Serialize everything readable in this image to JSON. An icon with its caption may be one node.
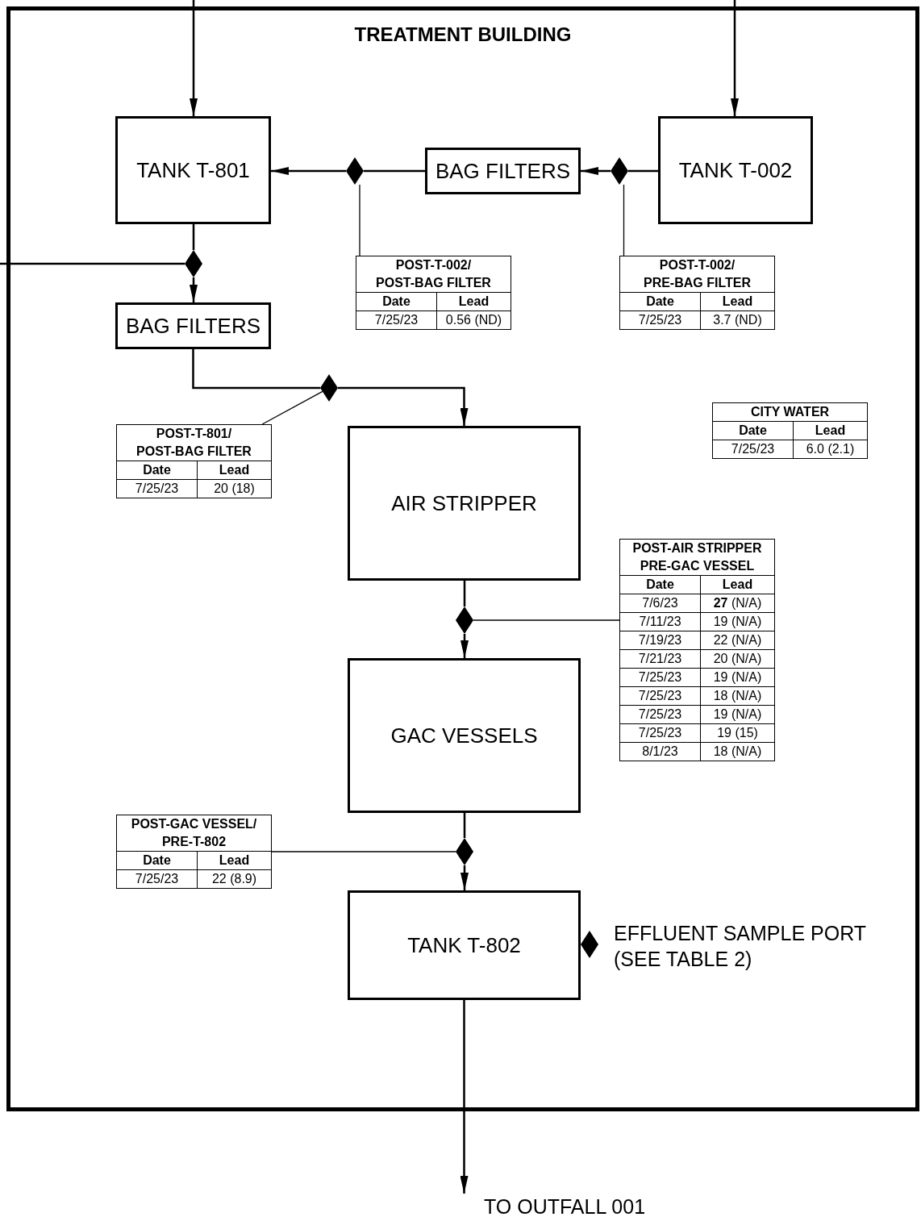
{
  "diagram": {
    "nodes": [
      {
        "text": [
          "TREATMENT BUILDING"
        ]
      },
      {
        "text": [
          "TANK T-801"
        ],
        "in": 0
      },
      {
        "text": [],
        "shape": "diamond",
        "in": 0
      },
      {
        "text": [
          "BAG FILTERS"
        ],
        "in": 0
      },
      {
        "text": [],
        "shape": "diamond",
        "in": 0
      },
      {
        "text": [
          "TANK T-002"
        ],
        "in": 0
      },
      {
        "text": [],
        "shape": "diamond",
        "in": 0
      },
      {
        "text": [
          "POST-T-002/ POST-BAG FILTER",
          "Date",
          "Lead",
          "7/25/23",
          "0.56 (ND)"
        ],
        "in": 0
      },
      {
        "text": [
          "POST-T-002/ PRE-BAG FILTER",
          "Date",
          "Lead",
          "7/25/23",
          "3.7 (ND)"
        ],
        "in": 0
      },
      {
        "text": [
          "BAG FILTERS"
        ],
        "in": 0
      },
      {
        "text": [],
        "shape": "diamond",
        "in": 0
      },
      {
        "text": [
          "CITY WATER",
          "Date",
          "Lead",
          "7/25/23",
          "6.0 (2.1)"
        ],
        "in": 0
      },
      {
        "text": [
          "POST-T-801/ POST-BAG FILTER",
          "Date",
          "Lead",
          "7/25/23",
          "20 (18)"
        ],
        "in": 0
      },
      {
        "text": [
          "AIR STRIPPER"
        ],
        "in": 0
      },
      {
        "text": [
          "POST-AIR STRIPPER PRE-GAC VESSEL",
          "Date",
          "Lead",
          "7/6/23",
          "**27** (N/A)",
          "7/11/23",
          "19 (N/A)",
          "7/19/23",
          "22 (N/A)",
          "7/21/23",
          "20 (N/A)",
          "7/25/23",
          "19 (N/A)",
          "7/25/23",
          "18 (N/A)",
          "7/25/23",
          "19 (N/A)",
          "7/25/23",
          "19 (15)",
          "8/1/23",
          "18 (N/A)"
        ],
        "in": 0
      },
      {
        "text": [],
        "shape": "diamond",
        "in": 0
      },
      {
        "text": [
          "GAC VESSELS"
        ],
        "in": 0
      },
      {
        "text": [
          "POST-GAC VESSEL/ PRE-T-802",
          "Date",
          "Lead",
          "7/25/23",
          "22 (8.9)"
        ],
        "in": 0
      },
      {
        "text": [],
        "shape": "diamond",
        "in": 0
      },
      {
        "text": [
          "TANK T-802"
        ],
        "in": 0
      },
      {
        "text": [],
        "shape": "diamond",
        "in": 0,
        "beside": [
          "EFFLUENT SAMPLE PORT (SEE TABLE 2)"
        ]
      },
      {
        "text": [
          "TO OUTFALL 001"
        ]
      }
    ],
    "edges": [
      {
        "from": null,
        "to": 1,
        "arrow": "to"
      },
      {
        "from": null,
        "to": 5,
        "arrow": "to"
      },
      {
        "from": 5,
        "to": 4,
        "arrow": "none"
      },
      {
        "from": 4,
        "to": 3,
        "arrow": "to"
      },
      {
        "from": 3,
        "to": 2,
        "arrow": "none"
      },
      {
        "from": 2,
        "to": 1,
        "arrow": "to"
      },
      {
        "from": 1,
        "to": 6,
        "arrow": "none"
      },
      {
        "from": 6,
        "to": 9,
        "arrow": "to"
      },
      {
        "from": null,
        "to": 6,
        "arrow": "none"
      },
      {
        "from": 9,
        "to": 10,
        "arrow": "none"
      },
      {
        "from": 10,
        "to": 13,
        "arrow": "to"
      },
      {
        "from": 13,
        "to": 15,
        "arrow": "none"
      },
      {
        "from": 15,
        "to": 16,
        "arrow": "to"
      },
      {
        "from": 16,
        "to": 18,
        "arrow": "none"
      },
      {
        "from": 18,
        "to": 19,
        "arrow": "to"
      },
      {
        "from": 19,
        "to": 21,
        "arrow": "to"
      },
      {
        "from": 7,
        "to": 2,
        "arrow": "none"
      },
      {
        "from": 8,
        "to": 4,
        "arrow": "none"
      },
      {
        "from": 12,
        "to": 10,
        "arrow": "none"
      },
      {
        "from": 14,
        "to": 15,
        "arrow": "none"
      },
      {
        "from": 17,
        "to": 18,
        "arrow": "none"
      }
    ]
  }
}
